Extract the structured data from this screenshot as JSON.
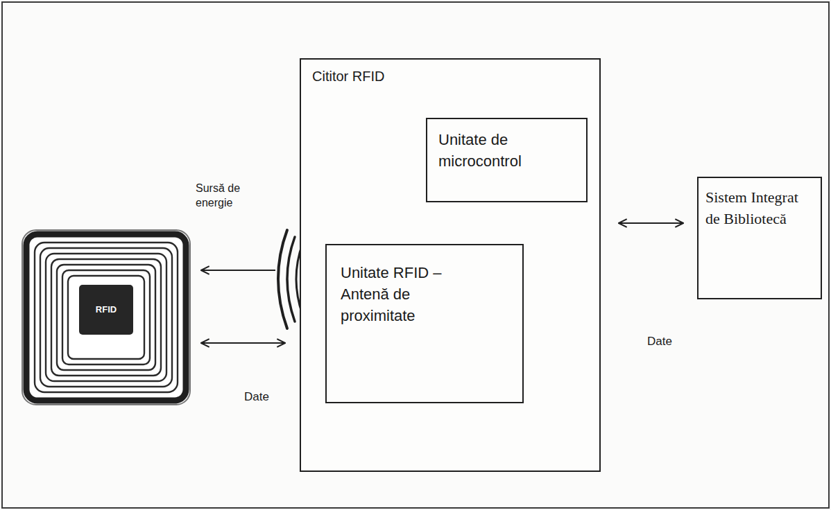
{
  "diagram": {
    "nodes": [
      {
        "text": [
          "RFID"
        ]
      },
      {
        "text": [
          "Cititor RFID"
        ]
      },
      {
        "text": [
          "Unitate de microcontrol"
        ],
        "in": 1
      },
      {
        "text": [
          "Unitate RFID – Antenă de proximitate"
        ],
        "in": 1
      },
      {
        "text": [
          "Sistem Integrat de Bibliotecă"
        ]
      }
    ],
    "edges": [
      {
        "from": 3,
        "to": 0,
        "arrow": "to",
        "label": "Sursă de energie"
      },
      {
        "from": 0,
        "to": 3,
        "arrow": "both",
        "label": "Date"
      },
      {
        "from": 1,
        "to": 4,
        "arrow": "both",
        "label": "Date"
      }
    ]
  }
}
